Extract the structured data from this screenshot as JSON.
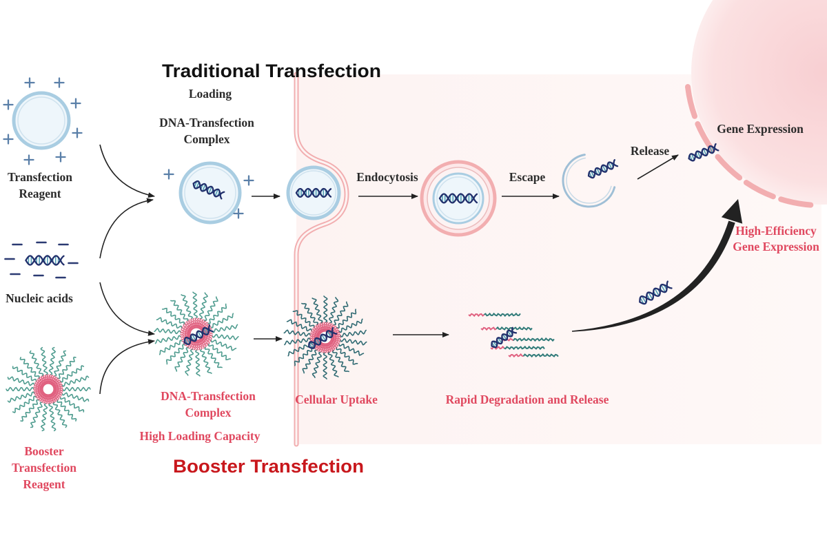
{
  "titles": {
    "traditional": "Traditional Transfection",
    "booster": "Booster Transfection"
  },
  "inputs": {
    "transfection_reagent": [
      "Transfection",
      "Reagent"
    ],
    "nucleic_acids": "Nucleic acids",
    "booster_reagent": [
      "Booster",
      "Transfection",
      "Reagent"
    ]
  },
  "traditional": {
    "loading": "Loading",
    "complex": [
      "DNA-Transfection",
      "Complex"
    ],
    "endocytosis": "Endocytosis",
    "escape": "Escape",
    "release": "Release",
    "gene_expression": "Gene Expression"
  },
  "booster": {
    "complex": [
      "DNA-Transfection",
      "Complex"
    ],
    "high_loading": "High Loading Capacity",
    "cellular_uptake": "Cellular Uptake",
    "degradation": "Rapid Degradation and Release",
    "outcome": [
      "High-Efficiency",
      "Gene Expression"
    ]
  },
  "icons": {
    "charge_positive": "plus-charge-icon",
    "charge_negative": "minus-charge-icon",
    "dna": "dna-helix-icon",
    "micelle": "micelle-icon",
    "vesicle": "vesicle-icon"
  },
  "colors": {
    "title": "#111111",
    "booster_title": "#c8171c",
    "label": "#2b2b2b",
    "red_label": "#e0485f",
    "arrow": "#222222",
    "cell": "#fdf4f3",
    "membrane": "#f2aeb0",
    "nucleus": "#f9d3d5",
    "vesicle": "#a9cde2",
    "vesicle_fill": "#eef6fb",
    "dna_strand": "#22306c",
    "dna_rung": "#4f9db3",
    "micelle_tail": "#4f9c8f",
    "micelle_core": "#e0607f",
    "charge_pos": "#5a7fa8",
    "charge_neg": "#2b3a72"
  }
}
